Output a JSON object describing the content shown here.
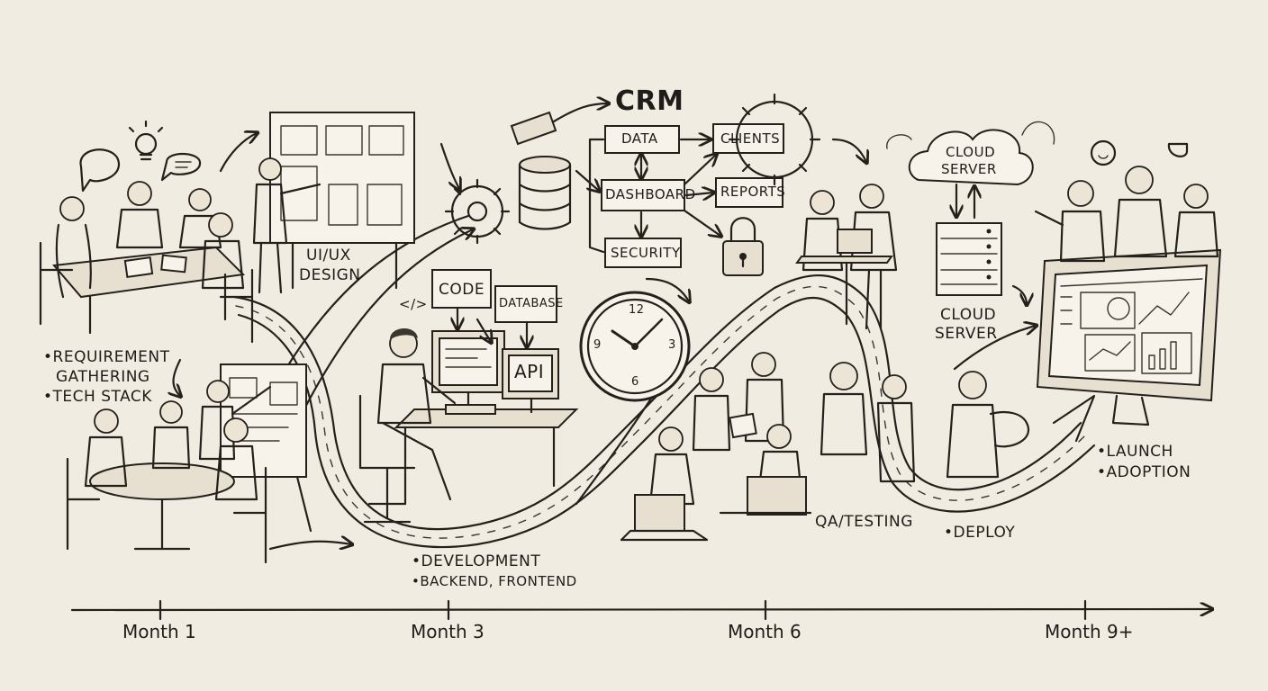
{
  "crm": {
    "title": "CRM",
    "nodes": {
      "data": "DATA",
      "clients": "CLIENTS",
      "dashboard": "DASHBOARD",
      "reports": "REPORTS",
      "security": "SECURITY"
    }
  },
  "phases": {
    "requirement": [
      "REQUIREMENT",
      "GATHERING",
      "TECH STACK"
    ],
    "uiux": [
      "UI/UX",
      "DESIGN"
    ],
    "dev_boxes": {
      "code": "CODE",
      "database": "DATABASE",
      "api": "API",
      "code_tag": "</>"
    },
    "development": [
      "DEVELOPMENT",
      "BACKEND, FRONTEND"
    ],
    "qa": "QA/TESTING",
    "deploy": "DEPLOY",
    "cloud_top": [
      "CLOUD",
      "SERVER"
    ],
    "cloud_bottom": [
      "CLOUD",
      "SERVER"
    ],
    "launch": [
      "LAUNCH",
      "ADOPTION"
    ]
  },
  "clock": {
    "numbers": [
      "12",
      "3",
      "6",
      "9"
    ]
  },
  "timeline": [
    "Month 1",
    "Month 3",
    "Month 6",
    "Month 9+"
  ],
  "colors": {
    "paper": "#f1ece1",
    "ink": "#24211d"
  }
}
